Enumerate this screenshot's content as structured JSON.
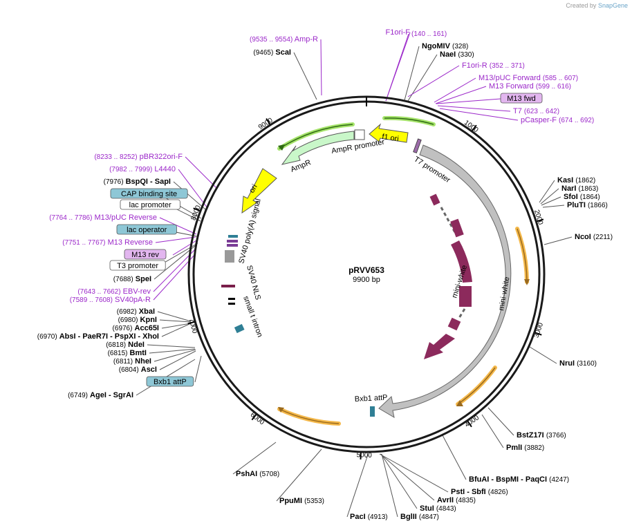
{
  "brand": {
    "created_by": "Created by",
    "product": "SnapGene"
  },
  "plasmid": {
    "name": "pRVV653",
    "size_label": "9900 bp",
    "length": 9900
  },
  "ticks": [
    {
      "label": "1000",
      "bp": 1000
    },
    {
      "label": "2000",
      "bp": 2000
    },
    {
      "label": "3000",
      "bp": 3000
    },
    {
      "label": "4000",
      "bp": 4000
    },
    {
      "label": "5000",
      "bp": 5000
    },
    {
      "label": "6000",
      "bp": 6000
    },
    {
      "label": "7000",
      "bp": 7000
    },
    {
      "label": "8000",
      "bp": 8000
    },
    {
      "label": "9000",
      "bp": 9000
    }
  ],
  "sites": [
    {
      "pos": "(9535 .. 9554)",
      "name": "Amp-R",
      "kind": "primer"
    },
    {
      "pos": "(9465)",
      "name": "ScaI",
      "kind": "enzyme"
    },
    {
      "pos": "",
      "name": "F1ori-F",
      "kind": "primer"
    },
    {
      "pos": "(140 .. 161)",
      "name": "",
      "kind": "primer"
    },
    {
      "pos": "(328)",
      "name": "NgoMIV",
      "kind": "enzyme"
    },
    {
      "pos": "(330)",
      "name": "NaeI",
      "kind": "enzyme"
    },
    {
      "pos": "(352 .. 371)",
      "name": "F1ori-R",
      "kind": "primer"
    },
    {
      "pos": "(585 .. 607)",
      "name": "M13/pUC Forward",
      "kind": "primer"
    },
    {
      "pos": "(599 .. 616)",
      "name": "M13 Forward",
      "kind": "primer"
    },
    {
      "pos": "",
      "name": "M13 fwd",
      "kind": "boxed-primer"
    },
    {
      "pos": "(623 .. 642)",
      "name": "T7",
      "kind": "primer"
    },
    {
      "pos": "(674 .. 692)",
      "name": "pCasper-F",
      "kind": "primer"
    },
    {
      "pos": "(1862)",
      "name": "KasI",
      "kind": "enzyme"
    },
    {
      "pos": "(1863)",
      "name": "NarI",
      "kind": "enzyme"
    },
    {
      "pos": "(1864)",
      "name": "SfoI",
      "kind": "enzyme"
    },
    {
      "pos": "(1866)",
      "name": "PluTI",
      "kind": "enzyme"
    },
    {
      "pos": "(2211)",
      "name": "NcoI",
      "kind": "enzyme"
    },
    {
      "pos": "(3160)",
      "name": "NruI",
      "kind": "enzyme"
    },
    {
      "pos": "(3766)",
      "name": "BstZ17I",
      "kind": "enzyme"
    },
    {
      "pos": "(3882)",
      "name": "PmlI",
      "kind": "enzyme"
    },
    {
      "pos": "(4247)",
      "name": "BfuAI - BspMI - PaqCI",
      "kind": "enzyme"
    },
    {
      "pos": "(4826)",
      "name": "PstI - SbfI",
      "kind": "enzyme"
    },
    {
      "pos": "(4835)",
      "name": "AvrII",
      "kind": "enzyme"
    },
    {
      "pos": "(4843)",
      "name": "StuI",
      "kind": "enzyme"
    },
    {
      "pos": "(4847)",
      "name": "BglII",
      "kind": "enzyme"
    },
    {
      "pos": "(4913)",
      "name": "PacI",
      "kind": "enzyme"
    },
    {
      "pos": "(5353)",
      "name": "PpuMI",
      "kind": "enzyme"
    },
    {
      "pos": "(5708)",
      "name": "PshAI",
      "kind": "enzyme"
    },
    {
      "pos": "(6749)",
      "name": "AgeI - SgrAI",
      "kind": "enzyme"
    },
    {
      "pos": "",
      "name": "Bxb1 attP",
      "kind": "boxed-feature"
    },
    {
      "pos": "(6804)",
      "name": "AscI",
      "kind": "enzyme"
    },
    {
      "pos": "(6811)",
      "name": "NheI",
      "kind": "enzyme"
    },
    {
      "pos": "(6815)",
      "name": "BmtI",
      "kind": "enzyme"
    },
    {
      "pos": "(6818)",
      "name": "NdeI",
      "kind": "enzyme"
    },
    {
      "pos": "(6970)",
      "name": "AbsI - PaeR7I - PspXI - XhoI",
      "kind": "enzyme"
    },
    {
      "pos": "(6976)",
      "name": "Acc65I",
      "kind": "enzyme"
    },
    {
      "pos": "(6980)",
      "name": "KpnI",
      "kind": "enzyme"
    },
    {
      "pos": "(6982)",
      "name": "XbaI",
      "kind": "enzyme"
    },
    {
      "pos": "(7589 .. 7608)",
      "name": "SV40pA-R",
      "kind": "primer"
    },
    {
      "pos": "(7643 .. 7662)",
      "name": "EBV-rev",
      "kind": "primer"
    },
    {
      "pos": "(7688)",
      "name": "SpeI",
      "kind": "enzyme"
    },
    {
      "pos": "",
      "name": "T3 promoter",
      "kind": "boxed-white"
    },
    {
      "pos": "",
      "name": "M13 rev",
      "kind": "boxed-primer"
    },
    {
      "pos": "(7751 .. 7767)",
      "name": "M13 Reverse",
      "kind": "primer"
    },
    {
      "pos": "",
      "name": "lac operator",
      "kind": "boxed-feature"
    },
    {
      "pos": "(7764 .. 7786)",
      "name": "M13/pUC Reverse",
      "kind": "primer"
    },
    {
      "pos": "",
      "name": "lac promoter",
      "kind": "boxed-white"
    },
    {
      "pos": "",
      "name": "CAP binding site",
      "kind": "boxed-feature"
    },
    {
      "pos": "(7976)",
      "name": "BspQI - SapI",
      "kind": "enzyme"
    },
    {
      "pos": "(7982 .. 7999)",
      "name": "L4440",
      "kind": "primer"
    },
    {
      "pos": "(8233 .. 8252)",
      "name": "pBR322ori-F",
      "kind": "primer"
    }
  ],
  "features": {
    "ampr_promoter": "AmpR promoter",
    "ampr": "AmpR",
    "f1_ori": "f1 ori",
    "t7_promoter": "T7 promoter",
    "ori": "ori",
    "sv40_polya": "SV40 poly(A) signal",
    "sv40_nls": "SV40 NLS",
    "small_t_intron": "small t intron",
    "mini_white_inner": "mini-white",
    "mini_white_outer": "mini-white",
    "bxb1_attp": "Bxb1 attP"
  },
  "colors": {
    "backbone": "#1a1a1a",
    "primer": "#9b27c9",
    "ampr": "#c9f7c9",
    "ori": "#ffff00",
    "mini_white_exon": "#8c2a5c",
    "mini_white_gene": "#c0c0c0",
    "orange_arc": "#f4b84a",
    "green_arc": "#a5e36a",
    "feature_box": "#8ec7d6",
    "primer_box": "#e2b6ef",
    "teal": "#2f7f95"
  }
}
